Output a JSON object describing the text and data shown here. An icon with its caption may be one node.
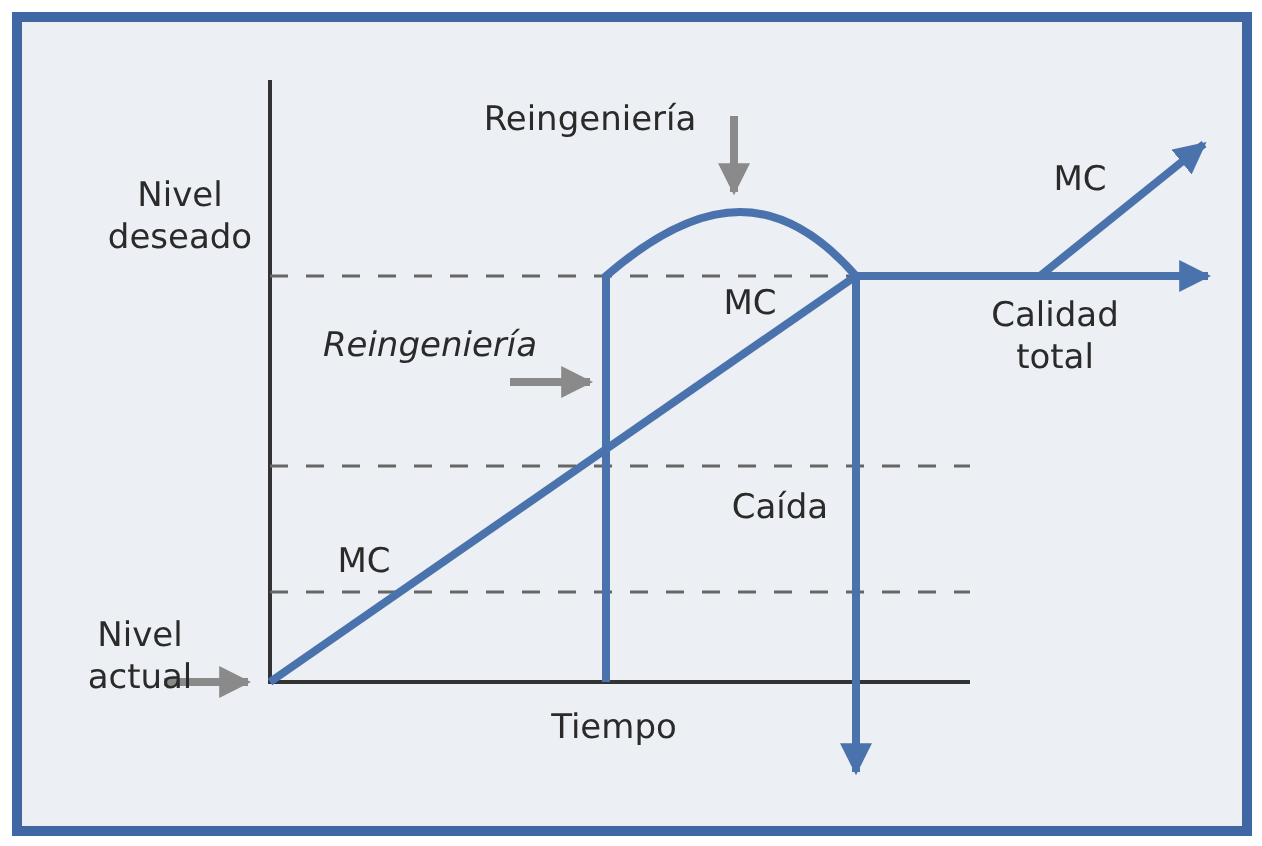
{
  "diagram": {
    "labels": [
      "Reingeniería",
      "Nivel deseado",
      "MC",
      "MC",
      "Reingeniería",
      "Calidad total",
      "Caída",
      "MC",
      "Nivel actual",
      "Tiempo"
    ]
  }
}
